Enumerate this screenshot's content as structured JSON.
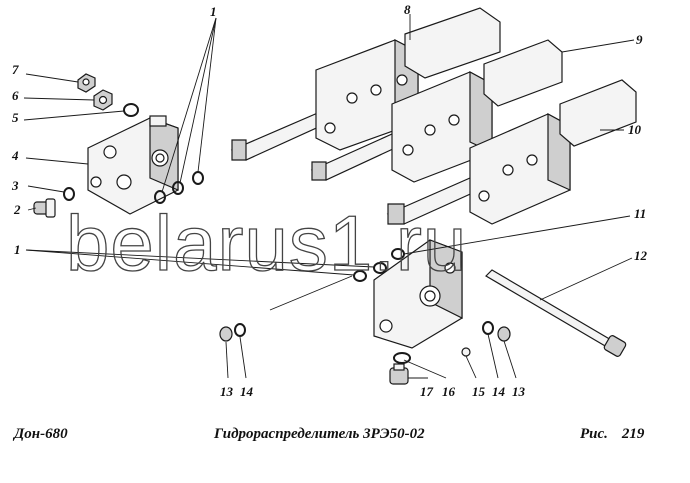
{
  "watermark": "belarus1.ru",
  "caption": {
    "model": "Дон-680",
    "title": "Гидрораспределитель 3РЭ50-02",
    "fig_label": "Рис.",
    "fig_number": "219"
  },
  "callouts": {
    "c1a": "1",
    "c1b": "1",
    "c2": "2",
    "c3": "3",
    "c4": "4",
    "c5": "5",
    "c6": "6",
    "c7": "7",
    "c8": "8",
    "c9": "9",
    "c10": "10",
    "c11": "11",
    "c12": "12",
    "c13a": "13",
    "c14a": "14",
    "c17": "17",
    "c16": "16",
    "c15": "15",
    "c14b": "14",
    "c13b": "13"
  }
}
